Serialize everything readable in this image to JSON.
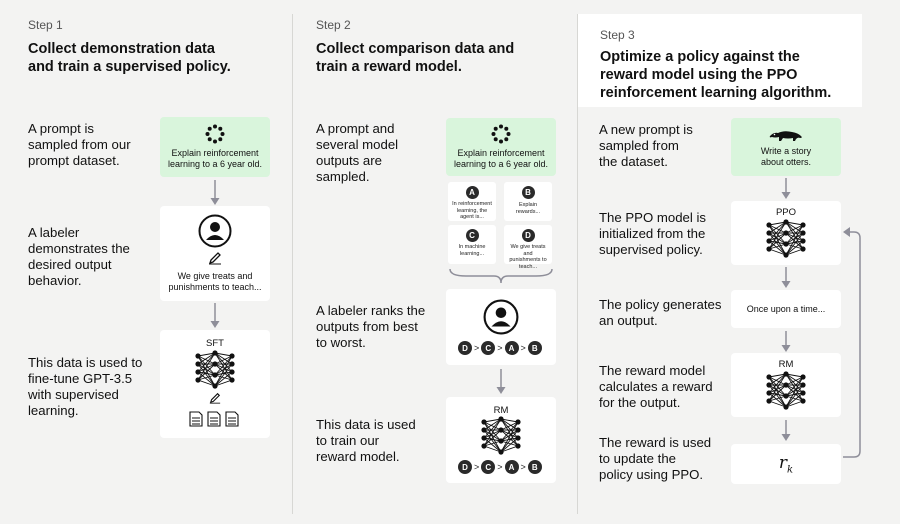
{
  "step1": {
    "label": "Step 1",
    "title_line1": "Collect demonstration data",
    "title_line2": "and train a supervised policy.",
    "desc1": [
      "A prompt is",
      "sampled from our",
      "prompt dataset."
    ],
    "desc2": [
      "A labeler",
      "demonstrates the",
      "desired output",
      "behavior."
    ],
    "desc3": [
      "This data is used to",
      "fine-tune GPT-3.5",
      "with supervised",
      "learning."
    ],
    "prompt_card": [
      "Explain reinforcement",
      "learning to a 6 year old."
    ],
    "labeler_card": [
      "We give treats and",
      "punishments to teach..."
    ],
    "model_label": "SFT"
  },
  "step2": {
    "label": "Step 2",
    "title_line1": "Collect comparison data and",
    "title_line2": "train a reward model.",
    "desc1": [
      "A prompt and",
      "several model",
      "outputs are",
      "sampled."
    ],
    "desc2": [
      "A labeler ranks the",
      "outputs from best",
      "to worst."
    ],
    "desc3": [
      "This data is used",
      "to train our",
      "reward model."
    ],
    "prompt_card": [
      "Explain reinforcement",
      "learning to a 6 year old."
    ],
    "outputs": [
      {
        "letter": "A",
        "text": [
          "In reinforcement",
          "learning, the",
          "agent is..."
        ]
      },
      {
        "letter": "B",
        "text": [
          "Explain rewards..."
        ]
      },
      {
        "letter": "C",
        "text": [
          "In machine",
          "learning..."
        ]
      },
      {
        "letter": "D",
        "text": [
          "We give treats and",
          "punishments to",
          "teach..."
        ]
      }
    ],
    "ranking": [
      "D",
      "C",
      "A",
      "B"
    ],
    "rank_sep": ">",
    "model_label": "RM"
  },
  "step3": {
    "label": "Step 3",
    "title_line1": "Optimize a policy against the",
    "title_line2": "reward model using the PPO",
    "title_line3": "reinforcement learning algorithm.",
    "desc1": [
      "A new prompt is",
      "sampled from",
      "the dataset."
    ],
    "desc2": [
      "The PPO model is",
      "initialized from the",
      "supervised policy."
    ],
    "desc3": [
      "The policy generates",
      "an output."
    ],
    "desc4": [
      "The reward model",
      "calculates a reward",
      "for the output."
    ],
    "desc5": [
      "The reward is used",
      "to update the",
      "policy using PPO."
    ],
    "prompt_card": [
      "Write a story",
      "about otters."
    ],
    "ppo_label": "PPO",
    "output_text": "Once upon a time...",
    "rm_label": "RM",
    "reward_symbol": "r",
    "reward_sub": "k"
  },
  "colors": {
    "background": "#f3f3f2",
    "prompt_green": "#d9f5dc",
    "card": "#ffffff",
    "arrow": "#8e8e99",
    "ink": "#111111"
  }
}
